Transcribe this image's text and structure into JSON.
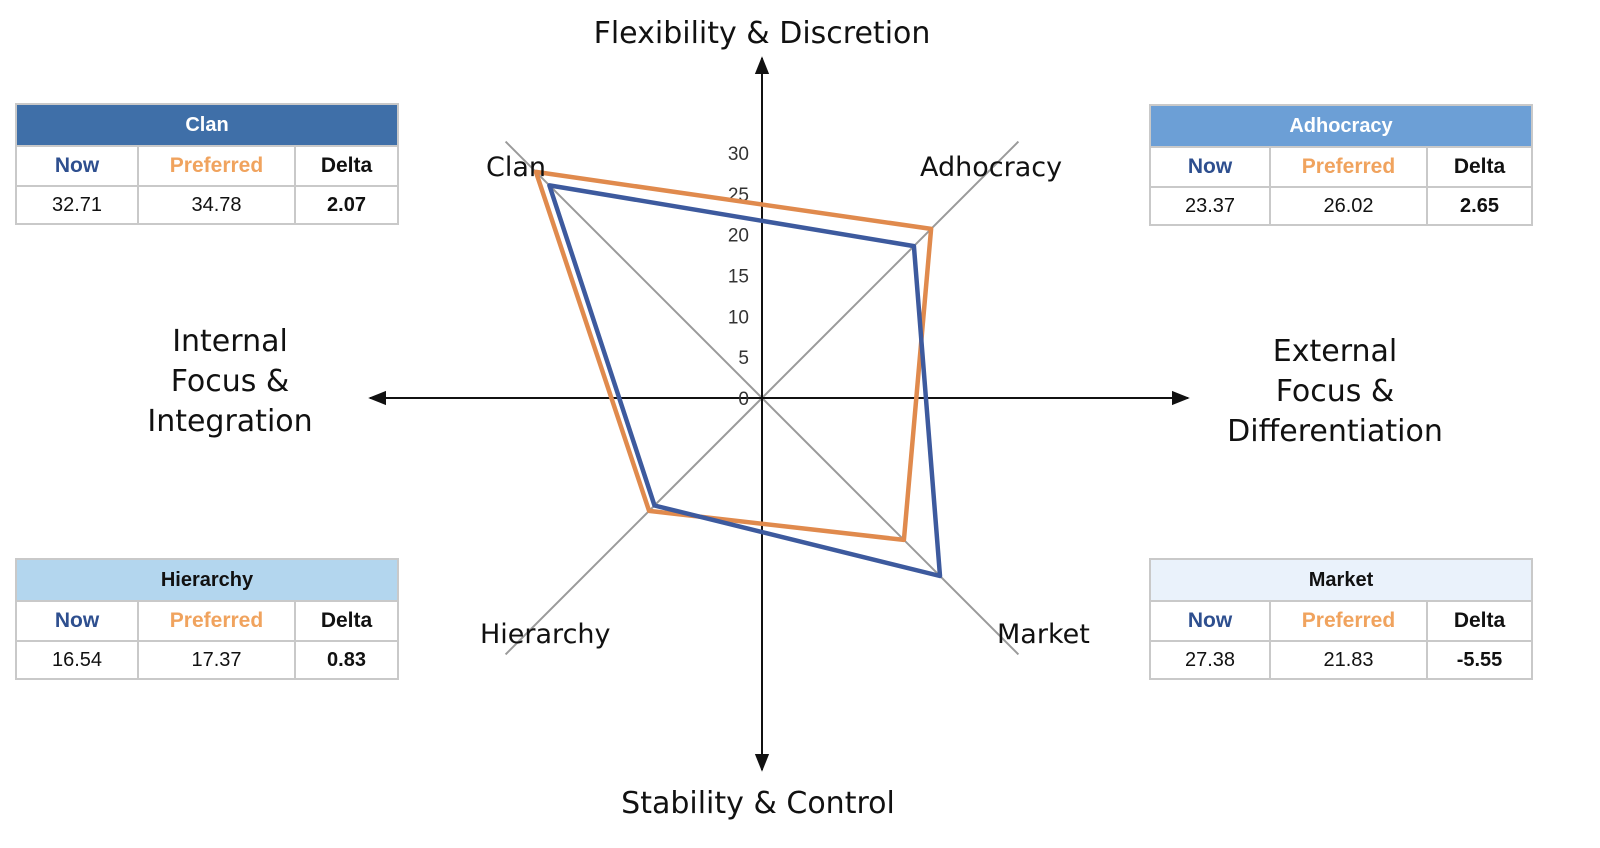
{
  "axis_titles": {
    "top": "Flexibility & Discretion",
    "bottom": "Stability & Control",
    "left": "Internal\nFocus &\nIntegration",
    "right": "External\nFocus &\nDifferentiation"
  },
  "quadrant_labels": {
    "clan": "Clan",
    "adhocracy": "Adhocracy",
    "hierarchy": "Hierarchy",
    "market": "Market"
  },
  "column_labels": {
    "now": "Now",
    "preferred": "Preferred",
    "delta": "Delta"
  },
  "tables": {
    "clan": {
      "title": "Clan",
      "now": "32.71",
      "preferred": "34.78",
      "delta": "2.07"
    },
    "adhocracy": {
      "title": "Adhocracy",
      "now": "23.37",
      "preferred": "26.02",
      "delta": "2.65"
    },
    "hierarchy": {
      "title": "Hierarchy",
      "now": "16.54",
      "preferred": "17.37",
      "delta": "0.83"
    },
    "market": {
      "title": "Market",
      "now": "27.38",
      "preferred": "21.83",
      "delta": "-5.55"
    }
  },
  "colors": {
    "now": "#3d5a9e",
    "preferred": "#e08a4d",
    "clan_header": "#3f6fa8",
    "adhocracy_header": "#6c9fd6",
    "hierarchy_header": "#b3d6ee",
    "market_header": "#eaf2fb"
  },
  "chart_data": {
    "type": "radar",
    "categories": [
      "Clan",
      "Adhocracy",
      "Market",
      "Hierarchy"
    ],
    "series": [
      {
        "name": "Now",
        "values": [
          32.71,
          23.37,
          27.38,
          16.54
        ]
      },
      {
        "name": "Preferred",
        "values": [
          34.78,
          26.02,
          21.83,
          17.37
        ]
      }
    ],
    "ticks": [
      0,
      5,
      10,
      15,
      20,
      25,
      30
    ],
    "rlim": [
      0,
      30
    ]
  }
}
